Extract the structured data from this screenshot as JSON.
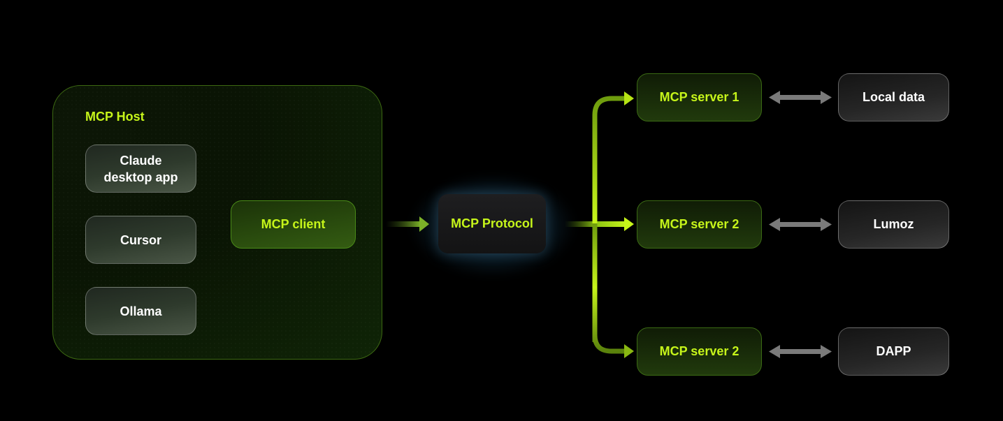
{
  "host": {
    "title": "MCP Host",
    "apps": [
      {
        "label": "Claude\ndesktop app",
        "line1": "Claude",
        "line2": "desktop app"
      },
      {
        "label": "Cursor"
      },
      {
        "label": "Ollama"
      }
    ],
    "client": {
      "label": "MCP client"
    }
  },
  "protocol": {
    "label": "MCP Protocol"
  },
  "servers": [
    {
      "label": "MCP server 1"
    },
    {
      "label": "MCP server 2"
    },
    {
      "label": "MCP server 2"
    }
  ],
  "resources": [
    {
      "label": "Local data"
    },
    {
      "label": "Lumoz"
    },
    {
      "label": "DAPP"
    }
  ],
  "colors": {
    "accent": "#c6f51a",
    "background": "#000000",
    "host_border": "#3d6a12",
    "bidirectional_arrow": "#7a7a7a"
  }
}
